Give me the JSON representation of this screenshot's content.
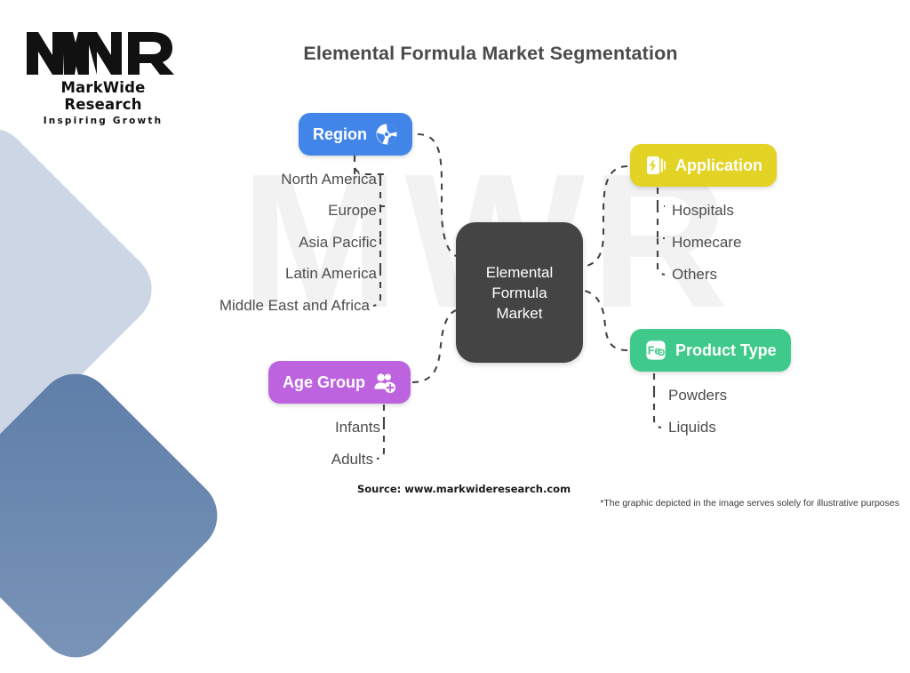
{
  "logo": {
    "mark": "MWR",
    "name": "MarkWide Research",
    "tagline": "Inspiring Growth",
    "watermark_text": "MWR"
  },
  "header": {
    "title": "Elemental Formula Market Segmentation"
  },
  "center": {
    "label_line1": "Elemental",
    "label_line2": "Formula",
    "label_line3": "Market",
    "color": "#444444"
  },
  "branches": [
    {
      "id": "region",
      "label": "Region",
      "icon": "globe-icon",
      "color": "#4285e8",
      "icon_side": "right",
      "items": [
        "North America",
        "Europe",
        "Asia Pacific",
        "Latin America",
        "Middle East and Africa"
      ]
    },
    {
      "id": "application",
      "label": "Application",
      "icon": "document-flash-icon",
      "color": "#e3d324",
      "icon_side": "left",
      "items": [
        "Hospitals",
        "Homecare",
        "Others"
      ]
    },
    {
      "id": "product-type",
      "label": "Product Type",
      "icon": "fe-element-icon",
      "color": "#3fc98a",
      "icon_side": "left",
      "items": [
        "Powders",
        "Liquids"
      ]
    },
    {
      "id": "age-group",
      "label": "Age Group",
      "icon": "add-people-icon",
      "color": "#bd63e0",
      "icon_side": "right",
      "items": [
        "Infants",
        "Adults"
      ]
    }
  ],
  "footer": {
    "source": "Source: www.markwideresearch.com",
    "disclaimer": "*The graphic depicted in the image serves solely for illustrative purposes"
  },
  "colors": {
    "background": "#ffffff",
    "title": "#4a4a4a",
    "leaf_text": "#4d4d4d",
    "connector": "#444444",
    "deco_light": "#c3cfdf",
    "deco_dark": "#5d7da8"
  }
}
